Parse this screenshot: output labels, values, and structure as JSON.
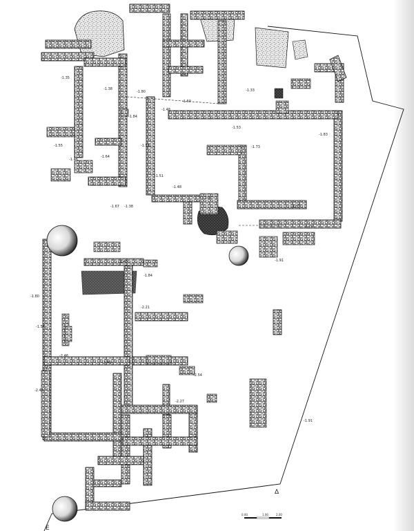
{
  "plan": {
    "corner_labels": {
      "delta": "Δ",
      "epsilon": "Ε"
    },
    "elevations": [
      {
        "id": "e1",
        "text": "-1.46"
      },
      {
        "id": "e2",
        "text": "-1.55"
      },
      {
        "id": "e3",
        "text": "-1.35"
      },
      {
        "id": "e4",
        "text": "-1.38"
      },
      {
        "id": "e5",
        "text": "-1.80"
      },
      {
        "id": "e6",
        "text": "-1.84"
      },
      {
        "id": "e7",
        "text": "-1.48"
      },
      {
        "id": "e8",
        "text": "-1.50"
      },
      {
        "id": "e9",
        "text": "-1.38"
      },
      {
        "id": "e10",
        "text": "-1.48"
      },
      {
        "id": "e11",
        "text": "-1.51"
      },
      {
        "id": "e12",
        "text": "-1.64"
      },
      {
        "id": "e13",
        "text": "-1.53"
      },
      {
        "id": "e14",
        "text": "-1.33"
      },
      {
        "id": "e15",
        "text": "-1.73"
      },
      {
        "id": "e16",
        "text": "-1.83"
      },
      {
        "id": "e17",
        "text": "-1.37"
      },
      {
        "id": "e18",
        "text": "-1.67"
      },
      {
        "id": "e19",
        "text": "-1.73"
      },
      {
        "id": "e20",
        "text": "-1.84"
      },
      {
        "id": "e21",
        "text": "-1.80"
      },
      {
        "id": "e22",
        "text": "-1.53"
      },
      {
        "id": "e23",
        "text": "-1.91"
      },
      {
        "id": "e24",
        "text": "-1.37"
      },
      {
        "id": "e25",
        "text": "-1.48"
      },
      {
        "id": "e26",
        "text": "-1.55"
      },
      {
        "id": "e27",
        "text": "-2.21"
      },
      {
        "id": "e28",
        "text": "-2.46"
      },
      {
        "id": "e29",
        "text": "-2.49"
      },
      {
        "id": "e30",
        "text": "-2.45"
      },
      {
        "id": "e31",
        "text": "-2.54"
      },
      {
        "id": "e32",
        "text": "-2.27"
      },
      {
        "id": "e33",
        "text": "-1.91"
      }
    ],
    "scale": {
      "ticks": [
        "0.00",
        "1.00",
        "2.00"
      ]
    }
  }
}
